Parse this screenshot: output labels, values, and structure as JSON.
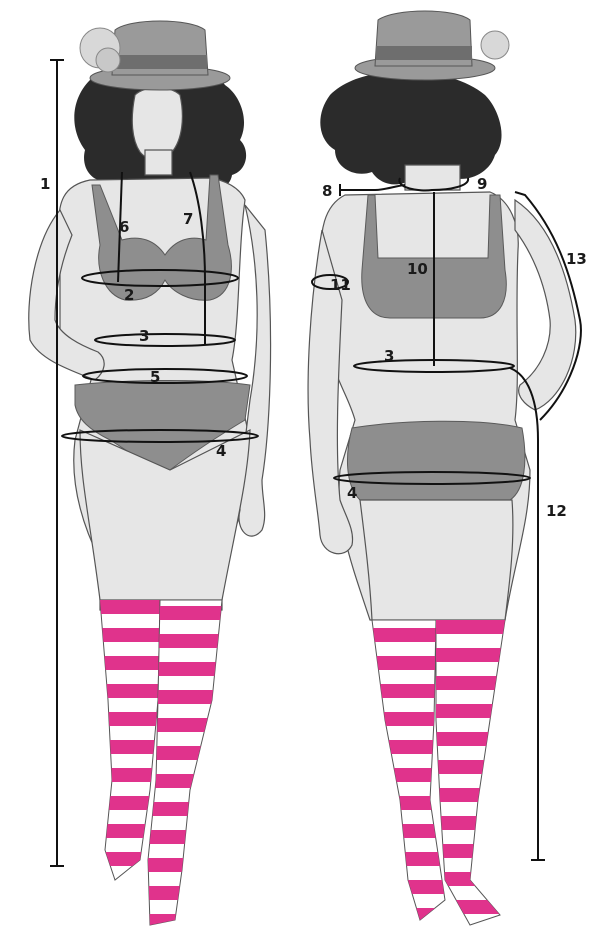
{
  "figures": [
    {
      "id": "front",
      "view": "front"
    },
    {
      "id": "back",
      "view": "back"
    }
  ],
  "labels": {
    "m1": "1",
    "m2": "2",
    "m3_front": "3",
    "m4_front": "4",
    "m5": "5",
    "m6": "6",
    "m7": "7",
    "m8": "8",
    "m9": "9",
    "m10": "10",
    "m11": "11",
    "m3_back": "3",
    "m4_back": "4",
    "m12": "12",
    "m13": "13"
  },
  "colors": {
    "skin": "#e6e6e6",
    "garment": "#8e8e8e",
    "hair": "#2b2b2b",
    "hat": "#9a9a9a",
    "sock_stripe": "#e0338c",
    "sock_base": "#ffffff",
    "line": "#111111"
  }
}
